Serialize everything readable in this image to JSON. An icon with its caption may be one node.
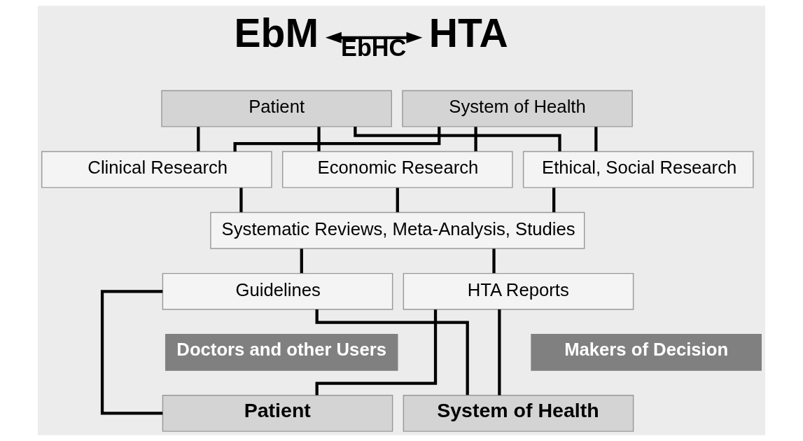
{
  "diagram": {
    "nodes": [
      {
        "text": [
          "EbM"
        ]
      },
      {
        "text": [
          "HTA"
        ]
      },
      {
        "text": [
          "Patient"
        ]
      },
      {
        "text": [
          "System of Health"
        ]
      },
      {
        "text": [
          "Clinical Research"
        ]
      },
      {
        "text": [
          "Economic Research"
        ]
      },
      {
        "text": [
          "Ethical, Social Research"
        ]
      },
      {
        "text": [
          "Systematic Reviews, Meta-Analysis, Studies"
        ]
      },
      {
        "text": [
          "Guidelines"
        ]
      },
      {
        "text": [
          "HTA Reports"
        ]
      },
      {
        "text": [
          "Doctors and other Users"
        ]
      },
      {
        "text": [
          "Makers of Decision"
        ]
      },
      {
        "text": [
          "Patient"
        ]
      },
      {
        "text": [
          "System of Health"
        ]
      }
    ],
    "edges": [
      {
        "from": 0,
        "to": 1,
        "arrow": "both",
        "label": "EbHC"
      },
      {
        "from": 2,
        "to": 4,
        "arrow": "none"
      },
      {
        "from": 2,
        "to": 5,
        "arrow": "none"
      },
      {
        "from": 2,
        "to": 6,
        "arrow": "none"
      },
      {
        "from": 3,
        "to": 4,
        "arrow": "none"
      },
      {
        "from": 3,
        "to": 5,
        "arrow": "none"
      },
      {
        "from": 3,
        "to": 6,
        "arrow": "none"
      },
      {
        "from": 4,
        "to": 7,
        "arrow": "none"
      },
      {
        "from": 5,
        "to": 7,
        "arrow": "none"
      },
      {
        "from": 6,
        "to": 7,
        "arrow": "none"
      },
      {
        "from": 7,
        "to": 8,
        "arrow": "none"
      },
      {
        "from": 7,
        "to": 9,
        "arrow": "none"
      },
      {
        "from": 8,
        "to": 12,
        "arrow": "none"
      },
      {
        "from": 8,
        "to": 13,
        "arrow": "none"
      },
      {
        "from": 9,
        "to": 12,
        "arrow": "none"
      },
      {
        "from": 9,
        "to": 13,
        "arrow": "none"
      }
    ]
  }
}
